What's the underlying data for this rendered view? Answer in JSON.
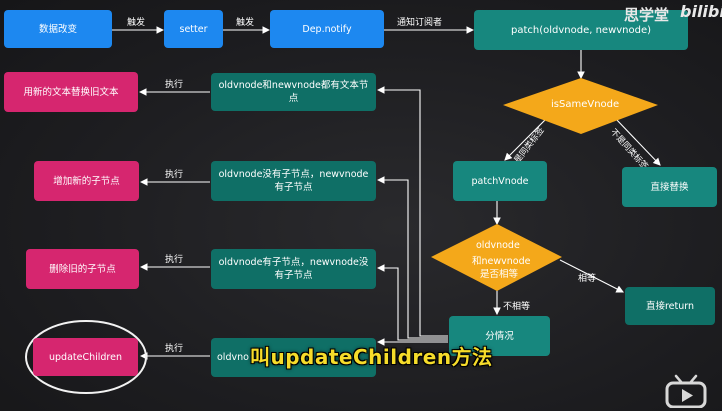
{
  "nodes": {
    "data_change": "数据改变",
    "setter": "setter",
    "dep_notify": "Dep.notify",
    "patch": "patch(oldvnode, newvnode)",
    "is_same_vnode": "isSameVnode",
    "patch_vnode": "patchVnode",
    "direct_replace": "直接替换",
    "equal_check": [
      "oldvnode",
      "和newvnode",
      "是否相等"
    ],
    "direct_return": "直接return",
    "case_split": "分情况",
    "case_both_text": "oldvnode和newvnode都有文本节点",
    "case_old_no_children": "oldvnode没有子节点，newvnode有子节点",
    "case_old_has_children": "oldvnode有子节点，newvnode没有子节点",
    "case_both_children": "oldvno",
    "action_replace_text": "用新的文本替换旧文本",
    "action_add_children": "增加新的子节点",
    "action_remove_children": "删除旧的子节点",
    "action_update_children": "updateChildren"
  },
  "edges": {
    "trigger": "触发",
    "notify_subscribers": "通知订阅者",
    "execute": "执行",
    "same_tag": "是同类标签",
    "not_same_tag": "不是同类标签",
    "equal": "相等",
    "not_equal": "不相等"
  },
  "caption": "叫updateChildren方法",
  "watermark": {
    "site": "思学堂",
    "logo": "bilibili"
  },
  "colors": {
    "blue": "#1d88f0",
    "teal": "#17877e",
    "pink": "#d6266f",
    "diamond": "#f4a81a",
    "caption": "#f6dc2a"
  }
}
